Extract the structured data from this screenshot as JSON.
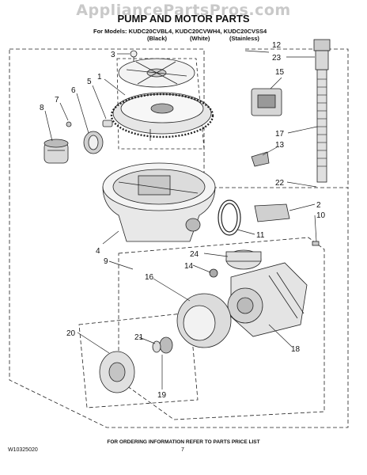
{
  "watermark": "AppliancePartsPros.com",
  "title": "PUMP AND MOTOR PARTS",
  "models_line": "For Models: KUDC20CVBL4, KUDC20CVWH4, KUDC20CVSS4",
  "variants": [
    "(Black)",
    "(White)",
    "(Stainless)"
  ],
  "callouts": [
    "3",
    "1",
    "5",
    "7",
    "6",
    "8",
    "12",
    "23",
    "15",
    "17",
    "13",
    "22",
    "2",
    "10",
    "11",
    "4",
    "9",
    "24",
    "14",
    "16",
    "20",
    "21",
    "18",
    "19"
  ],
  "footer_note": "FOR ORDERING INFORMATION REFER TO PARTS PRICE LIST",
  "doc_number": "W10325020",
  "page_number": "7"
}
